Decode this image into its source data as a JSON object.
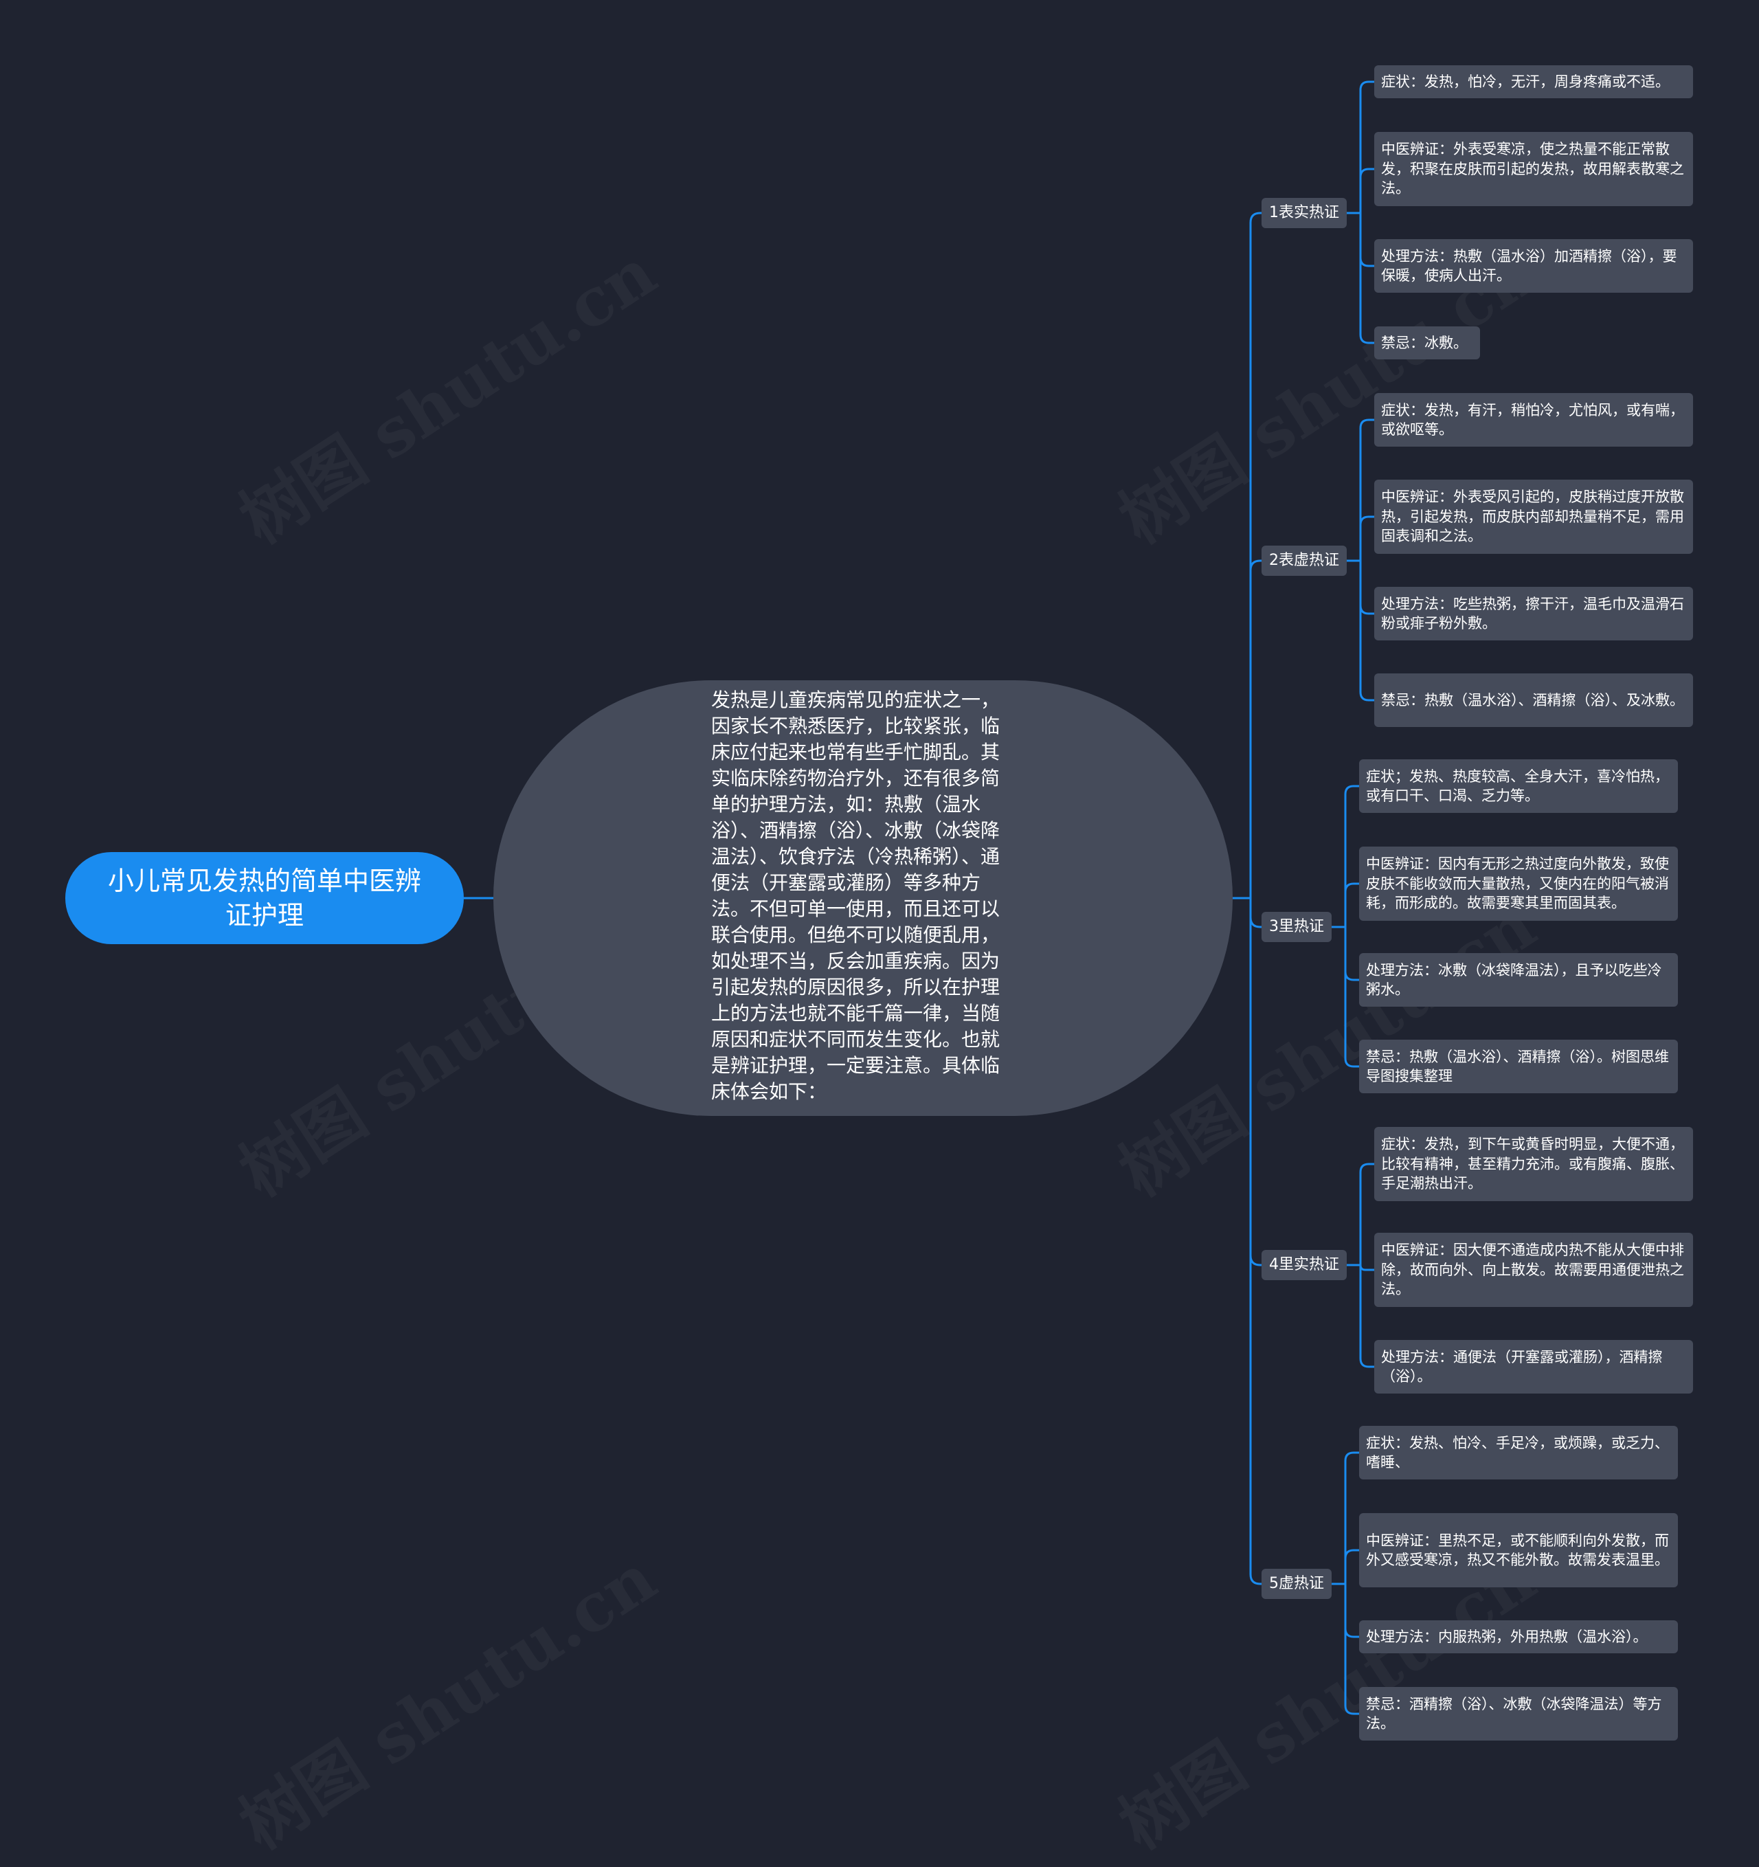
{
  "colors": {
    "background": "#1f2330",
    "root_fill": "#1a8cf0",
    "node_fill": "#454b5a",
    "connector": "#1a8cf0",
    "text": "#ffffff"
  },
  "watermark": "树图 shutu.cn",
  "root": {
    "label": "小儿常见发热的简单中医辨证护理"
  },
  "center": {
    "text": "发热是儿童疾病常见的症状之一，因家长不熟悉医疗，比较紧张，临床应付起来也常有些手忙脚乱。其实临床除药物治疗外，还有很多简单的护理方法，如：热敷（温水浴）、酒精擦（浴）、冰敷（冰袋降温法）、饮食疗法（冷热稀粥）、通便法（开塞露或灌肠）等多种方法。不但可单一使用，而且还可以联合使用。但绝不可以随便乱用，如处理不当，反会加重疾病。因为引起发热的原因很多，所以在护理上的方法也就不能千篇一律，当随原因和症状不同而发生变化。也就是辨证护理，一定要注意。具体临床体会如下："
  },
  "branches": [
    {
      "label": "1表实热证",
      "leaves": [
        "症状：发热，怕冷，无汗，周身疼痛或不适。",
        "中医辨证：外表受寒凉，使之热量不能正常散发，积聚在皮肤而引起的发热，故用解表散寒之法。",
        "处理方法：热敷（温水浴）加酒精擦（浴），要保暖，使病人出汗。",
        "禁忌：冰敷。"
      ]
    },
    {
      "label": "2表虚热证",
      "leaves": [
        "症状：发热，有汗，稍怕冷，尤怕风，或有喘，或欲呕等。",
        "中医辨证：外表受风引起的，皮肤稍过度开放散热，引起发热，而皮肤内部却热量稍不足，需用固表调和之法。",
        "处理方法：吃些热粥，擦干汗，温毛巾及温滑石粉或痱子粉外敷。",
        "禁忌：热敷（温水浴）、酒精擦（浴）、及冰敷。"
      ]
    },
    {
      "label": "3里热证",
      "leaves": [
        "症状；发热、热度较高、全身大汗，喜冷怕热，或有口干、口渴、乏力等。",
        "中医辨证：因内有无形之热过度向外散发，致使皮肤不能收敛而大量散热，又使内在的阳气被消耗，而形成的。故需要寒其里而固其表。",
        "处理方法：冰敷（冰袋降温法），且予以吃些冷粥水。",
        "禁忌：热敷（温水浴）、酒精擦（浴）。树图思维导图搜集整理"
      ]
    },
    {
      "label": "4里实热证",
      "leaves": [
        "症状：发热，到下午或黄昏时明显，大便不通，比较有精神，甚至精力充沛。或有腹痛、腹胀、手足潮热出汗。",
        "中医辨证：因大便不通造成内热不能从大便中排除，故而向外、向上散发。故需要用通便泄热之法。",
        "处理方法：通便法（开塞露或灌肠），酒精擦（浴）。"
      ]
    },
    {
      "label": "5虚热证",
      "leaves": [
        "症状：发热、怕冷、手足冷，或烦躁，或乏力、嗜睡、",
        "中医辨证：里热不足，或不能顺利向外发散，而外又感受寒凉，热又不能外散。故需发表温里。",
        "处理方法：内服热粥，外用热敷（温水浴）。",
        "禁忌：酒精擦（浴）、冰敷（冰袋降温法）等方法。"
      ]
    }
  ]
}
